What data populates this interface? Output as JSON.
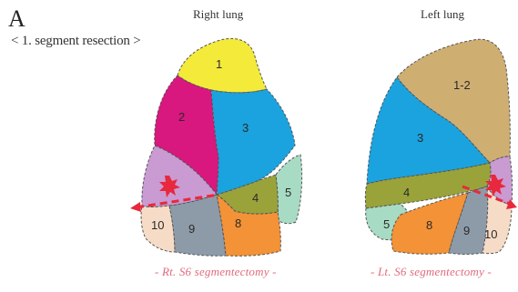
{
  "panel_label": "A",
  "subtitle": "< 1. segment resection >",
  "right_lung": {
    "title": "Right lung",
    "caption": "- Rt. S6 segmentectomy -",
    "segments": [
      "1",
      "2",
      "3",
      "4",
      "5",
      "8",
      "9",
      "10"
    ]
  },
  "left_lung": {
    "title": "Left lung",
    "caption": "- Lt. S6 segmentectomy -",
    "segments": [
      "1-2",
      "3",
      "4",
      "5",
      "8",
      "9",
      "10"
    ]
  },
  "colors": {
    "s1": "#f4ea3a",
    "s1_2": "#cfae72",
    "s2": "#d8177f",
    "s3": "#1aa3df",
    "s4": "#9aa33a",
    "s5": "#a7dbc4",
    "s6": "#c99bd2",
    "s8": "#f39236",
    "s9": "#8d9ba9",
    "s10": "#f6dcc6",
    "resection": "#e8283c"
  }
}
